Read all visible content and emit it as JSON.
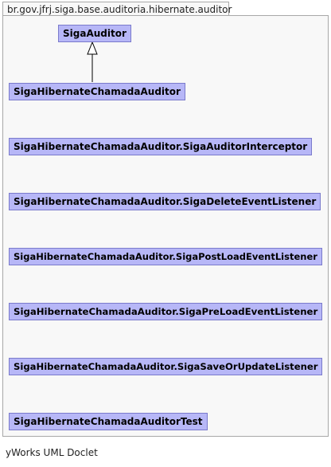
{
  "package": {
    "name": "br.gov.jfrj.siga.base.auditoria.hibernate.auditor"
  },
  "classes": {
    "siga_auditor": "SigaAuditor",
    "siga_hibernate_chamada_auditor": "SigaHibernateChamadaAuditor",
    "interceptor": "SigaHibernateChamadaAuditor.SigaAuditorInterceptor",
    "delete_listener": "SigaHibernateChamadaAuditor.SigaDeleteEventListener",
    "post_load_listener": "SigaHibernateChamadaAuditor.SigaPostLoadEventListener",
    "pre_load_listener": "SigaHibernateChamadaAuditor.SigaPreLoadEventListener",
    "save_or_update_listener": "SigaHibernateChamadaAuditor.SigaSaveOrUpdateListener",
    "test": "SigaHibernateChamadaAuditorTest"
  },
  "footer": {
    "label": "yWorks UML Doclet"
  },
  "colors": {
    "class_fill": "#b7b7f7",
    "class_border": "#7a7acc",
    "package_fill": "#f8f8f8",
    "package_border": "#a8a8a8"
  }
}
